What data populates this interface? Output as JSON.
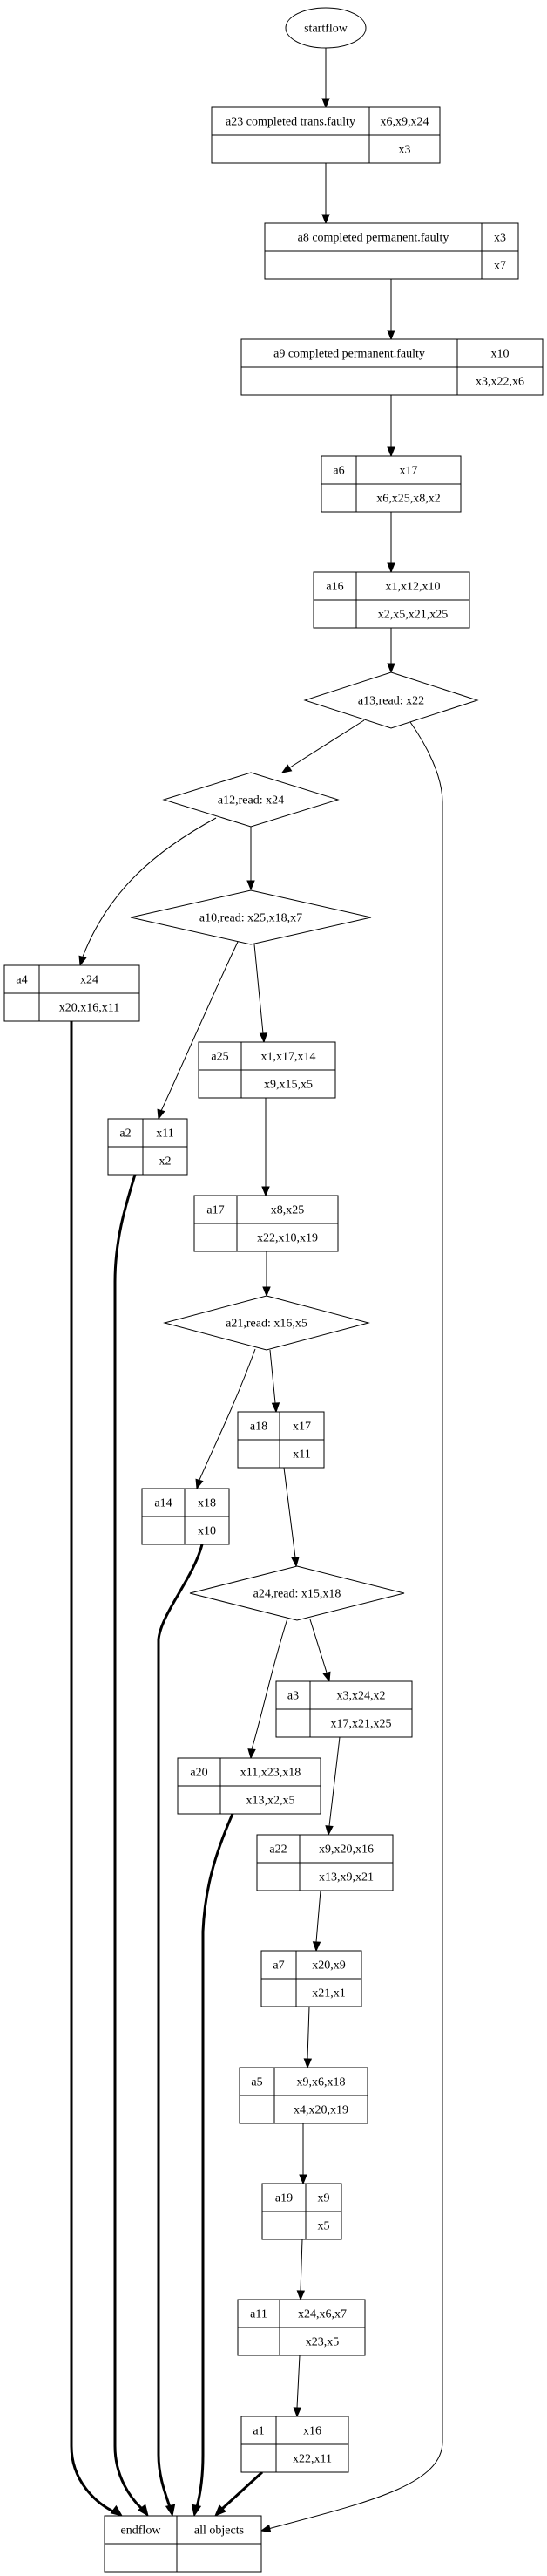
{
  "diagram": {
    "type": "flowchart",
    "start": {
      "id": "startflow",
      "label": "startflow"
    },
    "end": {
      "id": "endflow",
      "cells": [
        [
          "endflow",
          "all objects"
        ],
        [
          "",
          ""
        ]
      ]
    },
    "nodes": [
      {
        "id": "a23",
        "kind": "record",
        "label": "a23 completed trans.faulty",
        "top": "x6,x9,x24",
        "bottom": "x3"
      },
      {
        "id": "a8",
        "kind": "record",
        "label": "a8 completed permanent.faulty",
        "top": "x3",
        "bottom": "x7"
      },
      {
        "id": "a9",
        "kind": "record",
        "label": "a9 completed permanent.faulty",
        "top": "x10",
        "bottom": "x3,x22,x6"
      },
      {
        "id": "a6",
        "kind": "record",
        "label": "a6",
        "top": "x17",
        "bottom": "x6,x25,x8,x2"
      },
      {
        "id": "a16",
        "kind": "record",
        "label": "a16",
        "top": "x1,x12,x10",
        "bottom": "x2,x5,x21,x25"
      },
      {
        "id": "a13",
        "kind": "decision",
        "label": "a13,read: x22"
      },
      {
        "id": "a12",
        "kind": "decision",
        "label": "a12,read: x24"
      },
      {
        "id": "a10",
        "kind": "decision",
        "label": "a10,read: x25,x18,x7"
      },
      {
        "id": "a4",
        "kind": "record",
        "label": "a4",
        "top": "x24",
        "bottom": "x20,x16,x11"
      },
      {
        "id": "a25",
        "kind": "record",
        "label": "a25",
        "top": "x1,x17,x14",
        "bottom": "x9,x15,x5"
      },
      {
        "id": "a2",
        "kind": "record",
        "label": "a2",
        "top": "x11",
        "bottom": "x2"
      },
      {
        "id": "a17",
        "kind": "record",
        "label": "a17",
        "top": "x8,x25",
        "bottom": "x22,x10,x19"
      },
      {
        "id": "a21",
        "kind": "decision",
        "label": "a21,read: x16,x5"
      },
      {
        "id": "a18",
        "kind": "record",
        "label": "a18",
        "top": "x17",
        "bottom": "x11"
      },
      {
        "id": "a14",
        "kind": "record",
        "label": "a14",
        "top": "x18",
        "bottom": "x10"
      },
      {
        "id": "a24",
        "kind": "decision",
        "label": "a24,read: x15,x18"
      },
      {
        "id": "a3",
        "kind": "record",
        "label": "a3",
        "top": "x3,x24,x2",
        "bottom": "x17,x21,x25"
      },
      {
        "id": "a20",
        "kind": "record",
        "label": "a20",
        "top": "x11,x23,x18",
        "bottom": "x13,x2,x5"
      },
      {
        "id": "a22",
        "kind": "record",
        "label": "a22",
        "top": "x9,x20,x16",
        "bottom": "x13,x9,x21"
      },
      {
        "id": "a7",
        "kind": "record",
        "label": "a7",
        "top": "x20,x9",
        "bottom": "x21,x1"
      },
      {
        "id": "a5",
        "kind": "record",
        "label": "a5",
        "top": "x9,x6,x18",
        "bottom": "x4,x20,x19"
      },
      {
        "id": "a19",
        "kind": "record",
        "label": "a19",
        "top": "x9",
        "bottom": "x5"
      },
      {
        "id": "a11",
        "kind": "record",
        "label": "a11",
        "top": "x24,x6,x7",
        "bottom": "x23,x5"
      },
      {
        "id": "a1",
        "kind": "record",
        "label": "a1",
        "top": "x16",
        "bottom": "x22,x11"
      }
    ],
    "edges": [
      {
        "from": "startflow",
        "to": "a23",
        "style": "normal"
      },
      {
        "from": "a23",
        "to": "a8",
        "style": "normal"
      },
      {
        "from": "a8",
        "to": "a9",
        "style": "normal"
      },
      {
        "from": "a9",
        "to": "a6",
        "style": "normal"
      },
      {
        "from": "a6",
        "to": "a16",
        "style": "normal"
      },
      {
        "from": "a16",
        "to": "a13",
        "style": "normal"
      },
      {
        "from": "a13",
        "to": "a12",
        "style": "normal"
      },
      {
        "from": "a13",
        "to": "endflow",
        "style": "normal"
      },
      {
        "from": "a12",
        "to": "a4",
        "style": "normal"
      },
      {
        "from": "a12",
        "to": "a10",
        "style": "normal"
      },
      {
        "from": "a10",
        "to": "a2",
        "style": "normal"
      },
      {
        "from": "a10",
        "to": "a25",
        "style": "normal"
      },
      {
        "from": "a25",
        "to": "a17",
        "style": "normal"
      },
      {
        "from": "a17",
        "to": "a21",
        "style": "normal"
      },
      {
        "from": "a21",
        "to": "a14",
        "style": "normal"
      },
      {
        "from": "a21",
        "to": "a18",
        "style": "normal"
      },
      {
        "from": "a18",
        "to": "a24",
        "style": "normal"
      },
      {
        "from": "a24",
        "to": "a20",
        "style": "normal"
      },
      {
        "from": "a24",
        "to": "a3",
        "style": "normal"
      },
      {
        "from": "a3",
        "to": "a22",
        "style": "normal"
      },
      {
        "from": "a22",
        "to": "a7",
        "style": "normal"
      },
      {
        "from": "a7",
        "to": "a5",
        "style": "normal"
      },
      {
        "from": "a5",
        "to": "a19",
        "style": "normal"
      },
      {
        "from": "a19",
        "to": "a11",
        "style": "normal"
      },
      {
        "from": "a11",
        "to": "a1",
        "style": "normal"
      },
      {
        "from": "a4",
        "to": "endflow",
        "style": "bold"
      },
      {
        "from": "a2",
        "to": "endflow",
        "style": "bold"
      },
      {
        "from": "a14",
        "to": "endflow",
        "style": "bold"
      },
      {
        "from": "a20",
        "to": "endflow",
        "style": "bold"
      },
      {
        "from": "a1",
        "to": "endflow",
        "style": "bold"
      }
    ]
  }
}
